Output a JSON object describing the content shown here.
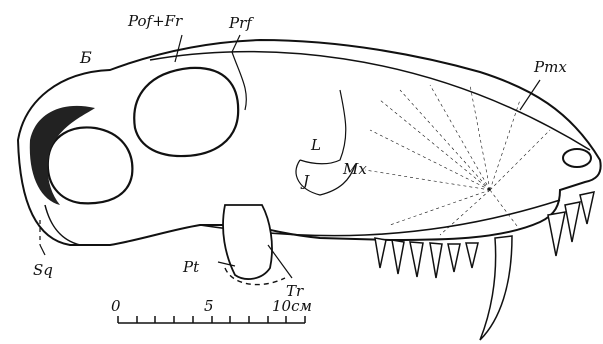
{
  "figure": {
    "panel_letter": "Б",
    "labels": {
      "pof_fr": "Pof+Fr",
      "prf": "Prf",
      "pmx": "Pmx",
      "l": "L",
      "mx": "Mx",
      "j": "J",
      "sq": "Sq",
      "pt": "Pt",
      "tr": "Tr"
    },
    "scale_bar": {
      "ticks": [
        "0",
        "5",
        "10см"
      ]
    }
  },
  "colors": {
    "ink": "#111111",
    "paper": "#ffffff"
  }
}
